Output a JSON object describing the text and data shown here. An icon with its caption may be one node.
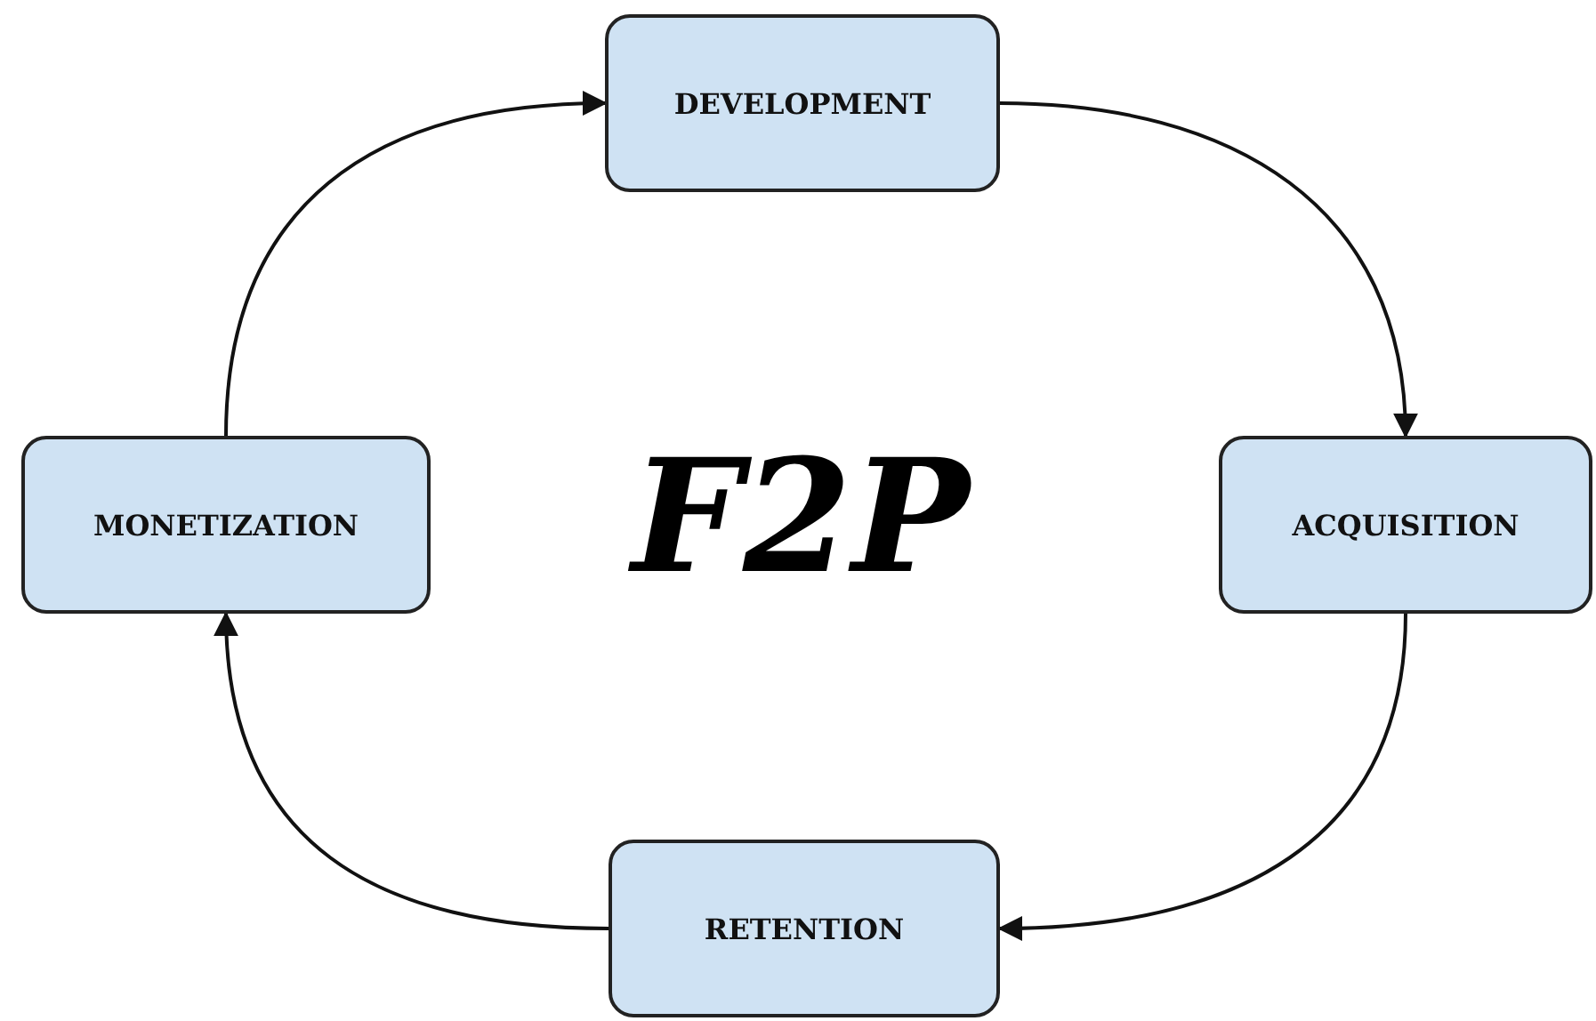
{
  "diagram": {
    "title": "F2P",
    "nodes": [
      {
        "text": [
          "DEVELOPMENT"
        ]
      },
      {
        "text": [
          "ACQUISITION"
        ]
      },
      {
        "text": [
          "RETENTION"
        ]
      },
      {
        "text": [
          "MONETIZATION"
        ]
      }
    ],
    "edges": [
      {
        "from": 3,
        "to": 0,
        "arrow": "to"
      },
      {
        "from": 0,
        "to": 1,
        "arrow": "to"
      },
      {
        "from": 1,
        "to": 2,
        "arrow": "to"
      },
      {
        "from": 2,
        "to": 3,
        "arrow": "to"
      }
    ]
  }
}
